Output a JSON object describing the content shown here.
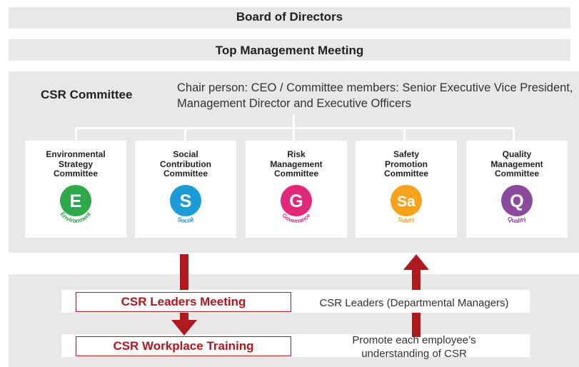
{
  "board": {
    "label": "Board of Directors"
  },
  "top_management": {
    "label": "Top Management Meeting"
  },
  "csr_committee": {
    "title": "CSR Committee",
    "description": "Chair person: CEO / Committee members: Senior Executive Vice President, Management Director and Executive Officers"
  },
  "committees": [
    {
      "line1": "Environmental",
      "line2": "Strategy",
      "line3": "Committee",
      "letter": "E",
      "caption": "Environment",
      "color": "#2ea84a"
    },
    {
      "line1": "Social",
      "line2": "Contribution",
      "line3": "Committee",
      "letter": "S",
      "caption": "Social",
      "color": "#1d9bd7"
    },
    {
      "line1": "Risk",
      "line2": "Management",
      "line3": "Committee",
      "letter": "G",
      "caption": "Governance",
      "color": "#e2287a"
    },
    {
      "line1": "Safety",
      "line2": "Promotion",
      "line3": "Committee",
      "letter": "Sa",
      "caption": "Safety",
      "color": "#f5a31a"
    },
    {
      "line1": "Quality",
      "line2": "Management",
      "line3": "Committee",
      "letter": "Q",
      "caption": "Quality",
      "color": "#8c4a9d"
    }
  ],
  "leaders_meeting": {
    "label": "CSR Leaders Meeting",
    "description": "CSR Leaders (Departmental Managers)"
  },
  "workplace_training": {
    "label": "CSR Workplace Training",
    "description_line1": "Promote each employee’s",
    "description_line2": "understanding of CSR"
  },
  "colors": {
    "panel": "#e8e8e8",
    "arrow": "#b0181f"
  }
}
